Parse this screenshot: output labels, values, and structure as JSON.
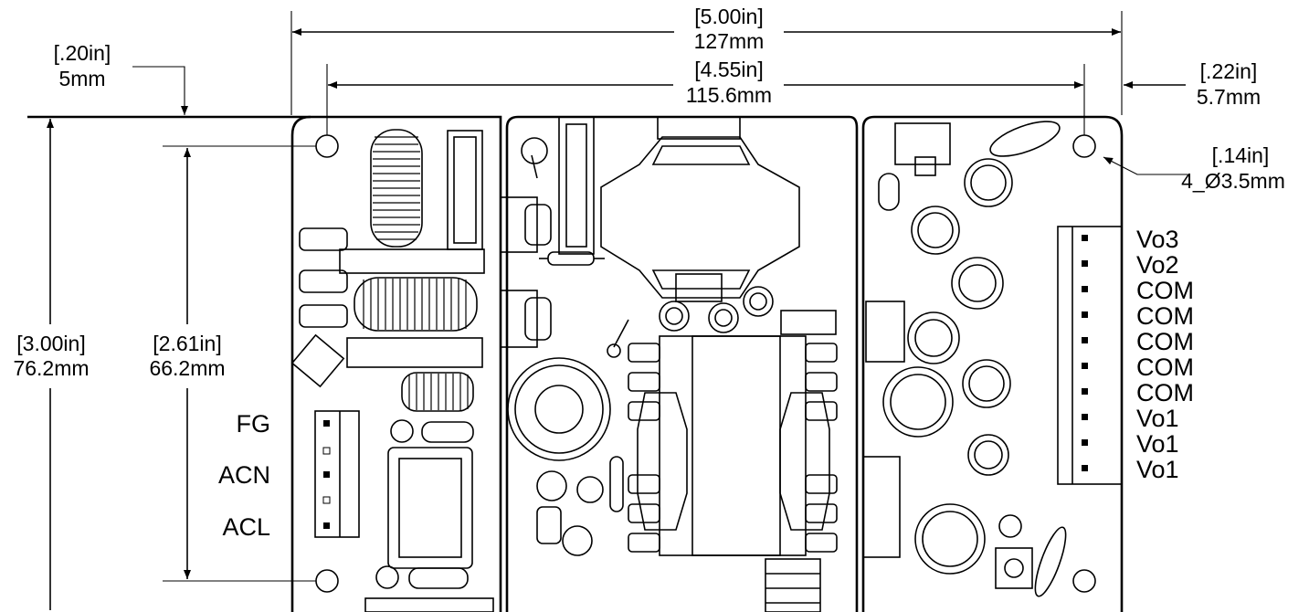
{
  "dimensions": {
    "overall_width": {
      "in": "[5.00in]",
      "mm": "127mm"
    },
    "hole_spacing_x": {
      "in": "[4.55in]",
      "mm": "115.6mm"
    },
    "top_offset": {
      "in": "[.20in]",
      "mm": "5mm"
    },
    "right_offset": {
      "in": "[.22in]",
      "mm": "5.7mm"
    },
    "hole_diameter": {
      "in": "[.14in]",
      "mm": "4_Ø3.5mm"
    },
    "overall_height": {
      "in": "[3.00in]",
      "mm": "76.2mm"
    },
    "hole_spacing_y": {
      "in": "[2.61in]",
      "mm": "66.2mm"
    }
  },
  "input_pins": [
    "FG",
    "ACN",
    "ACL"
  ],
  "output_pins": [
    "Vo3",
    "Vo2",
    "COM",
    "COM",
    "COM",
    "COM",
    "COM",
    "Vo1",
    "Vo1",
    "Vo1"
  ],
  "colors": {
    "line": "#000000",
    "background": "#ffffff"
  }
}
